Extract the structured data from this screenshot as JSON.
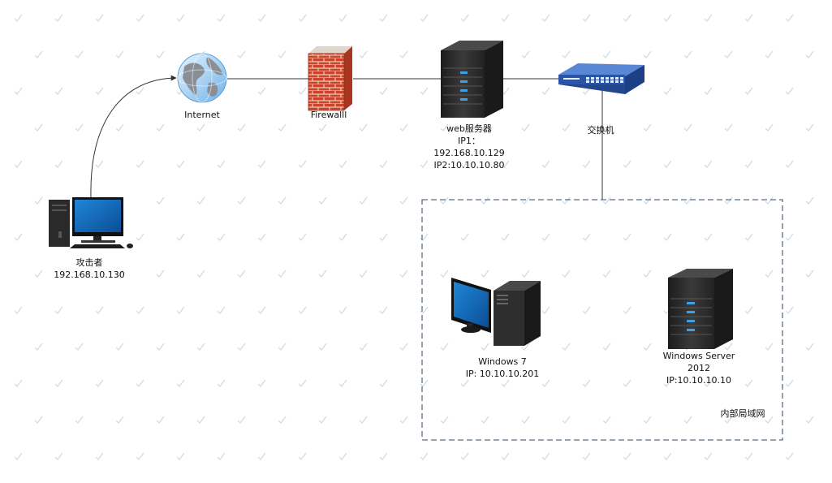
{
  "nodes": {
    "internet": {
      "label": "Internet"
    },
    "firewall": {
      "label": "Firewalll"
    },
    "web_server": {
      "name": "web服务器",
      "ip1_label": "IP1：",
      "ip1": "192.168.10.129",
      "ip2": "IP2:10.10.10.80"
    },
    "switch": {
      "label": "交换机"
    },
    "attacker": {
      "name": "攻击者",
      "ip": "192.168.10.130"
    },
    "win7": {
      "name": "Windows 7",
      "ip": "IP:  10.10.10.201"
    },
    "win2012": {
      "name_line1": "Windows Server",
      "name_line2": "2012",
      "ip": "IP:10.10.10.10"
    }
  },
  "lan_label": "内部局域网",
  "colors": {
    "line": "#333333",
    "lan_border": "#5a6d82",
    "server_body": "#2d2d2d",
    "server_led": "#3aa0e8",
    "brick": "#c8442b",
    "switch_blue": "#2a54a8",
    "monitor_screen": "#1469b8",
    "watermark": "#c9d9ec"
  }
}
